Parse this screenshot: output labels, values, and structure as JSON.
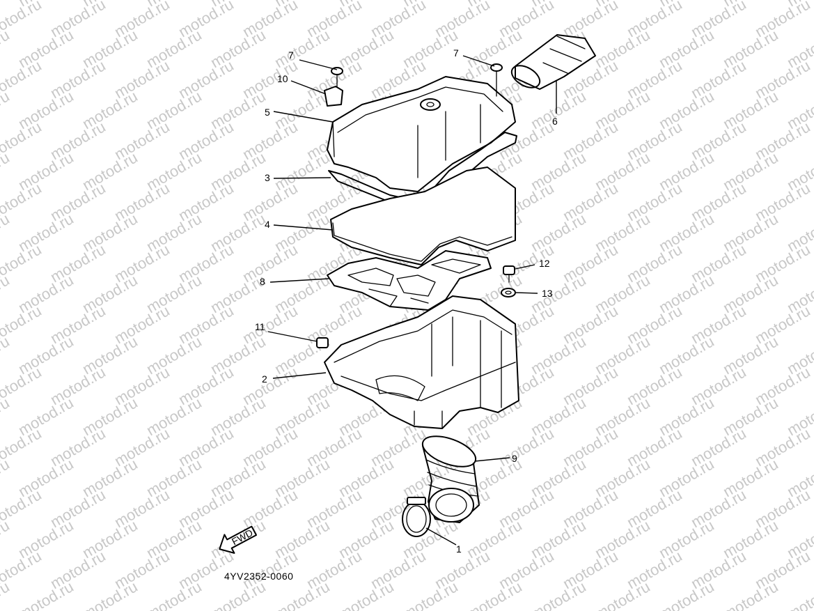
{
  "watermark": "motod.ru",
  "diagram_code": "4YV2352-0060",
  "direction_arrow_text": "FWD",
  "callouts": [
    {
      "id": "c1",
      "number": "1"
    },
    {
      "id": "c2",
      "number": "2"
    },
    {
      "id": "c3",
      "number": "3"
    },
    {
      "id": "c4",
      "number": "4"
    },
    {
      "id": "c5",
      "number": "5"
    },
    {
      "id": "c6",
      "number": "6"
    },
    {
      "id": "c7a",
      "number": "7"
    },
    {
      "id": "c7b",
      "number": "7"
    },
    {
      "id": "c8",
      "number": "8"
    },
    {
      "id": "c9",
      "number": "9"
    },
    {
      "id": "c10",
      "number": "10"
    },
    {
      "id": "c11",
      "number": "11"
    },
    {
      "id": "c12",
      "number": "12"
    },
    {
      "id": "c13",
      "number": "13"
    }
  ]
}
